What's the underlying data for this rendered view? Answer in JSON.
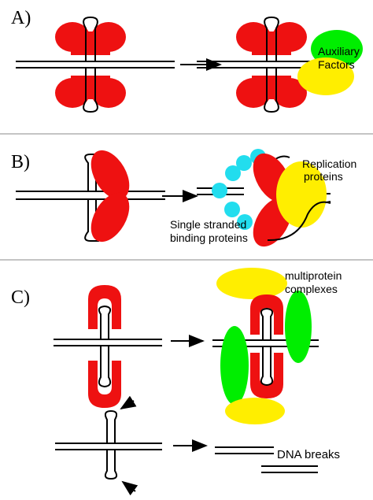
{
  "panels": {
    "a": {
      "letter": "A)",
      "auxiliary_line1": "Auxiliary",
      "auxiliary_line2": "Factors"
    },
    "b": {
      "letter": "B)",
      "replication_line1": "Replication",
      "replication_line2": "proteins",
      "ssb_line1": "Single stranded",
      "ssb_line2": "binding proteins"
    },
    "c": {
      "letter": "C)",
      "multiprotein_line1": "multiprotein",
      "multiprotein_line2": "complexes",
      "dna_breaks": "DNA breaks"
    }
  },
  "colors": {
    "protein_red": "#ee1111",
    "auxiliary_green": "#00ee00",
    "factor_yellow": "#ffee00",
    "ssb_cyan": "#22ddee",
    "divider_gray": "#b0b0b0",
    "line_black": "#000000"
  }
}
